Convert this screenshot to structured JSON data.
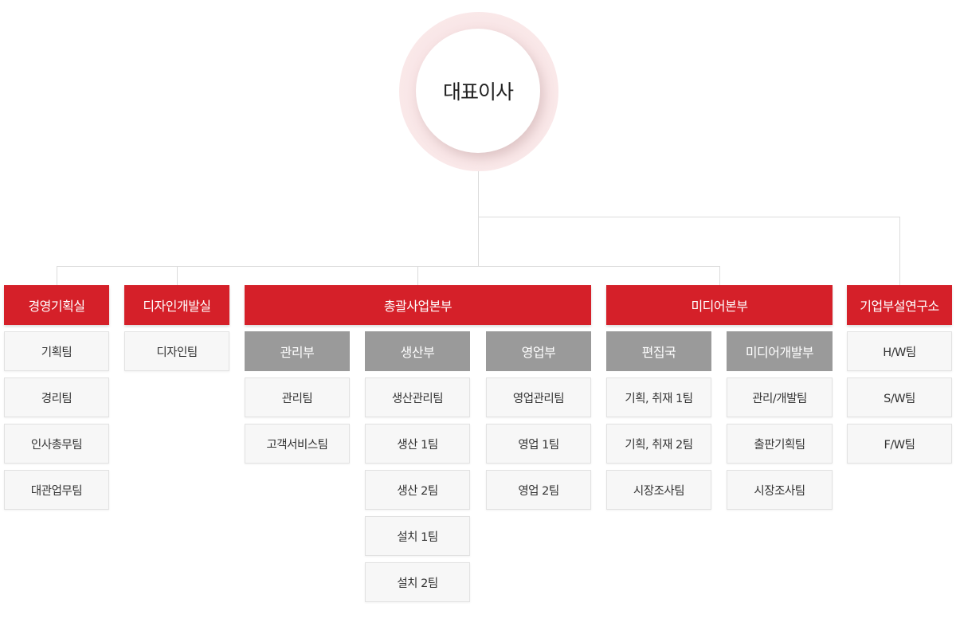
{
  "ceo": {
    "label": "대표이사"
  },
  "departments": [
    {
      "label": "경영기획실",
      "teams": [
        "기획팀",
        "경리팀",
        "인사총무팀",
        "대관업무팀"
      ]
    },
    {
      "label": "디자인개발실",
      "teams": [
        "디자인팀"
      ]
    },
    {
      "label": "총괄사업본부",
      "subs": [
        {
          "label": "관리부",
          "teams": [
            "관리팀",
            "고객서비스팀"
          ]
        },
        {
          "label": "생산부",
          "teams": [
            "생산관리팀",
            "생산 1팀",
            "생산 2팀",
            "설치 1팀",
            "설치 2팀"
          ]
        },
        {
          "label": "영업부",
          "teams": [
            "영업관리팀",
            "영업 1팀",
            "영업 2팀"
          ]
        }
      ]
    },
    {
      "label": "미디어본부",
      "subs": [
        {
          "label": "편집국",
          "teams": [
            "기획, 취재 1팀",
            "기획, 취재 2팀",
            "시장조사팀"
          ]
        },
        {
          "label": "미디어개발부",
          "teams": [
            "관리/개발팀",
            "출판기획팀",
            "시장조사팀"
          ]
        }
      ]
    },
    {
      "label": "기업부설연구소",
      "teams": [
        "H/W팀",
        "S/W팀",
        "F/W팀"
      ]
    }
  ],
  "colors": {
    "department_fill": "#d52029",
    "sub_department_fill": "#9a9a9a",
    "team_fill": "#f7f7f7",
    "connector": "#dcdcdc",
    "ceo_ring": "#f8dfe1"
  }
}
